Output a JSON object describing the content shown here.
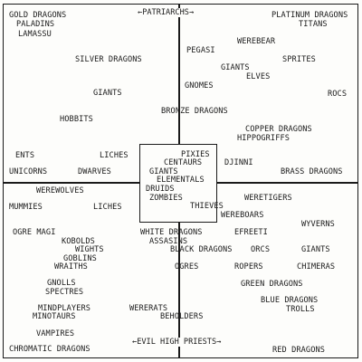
{
  "axes": {
    "top": "PATRIARCHS",
    "bottom": "EVIL HIGH PRIESTS"
  },
  "labels": {
    "gold_dragons": "GOLD DRAGONS",
    "paladins": "PALADINS",
    "lamassu": "LAMASSU",
    "platinum_dragons": "PLATINUM DRAGONS",
    "titans": "TITANS",
    "silver_dragons": "SILVER DRAGONS",
    "pegasi": "PEGASI",
    "werebear": "WEREBEAR",
    "sprites": "SPRITES",
    "giants_q2a": "GIANTS",
    "elves": "ELVES",
    "gnomes": "GNOMES",
    "giants_q1": "GIANTS",
    "rocs": "ROCS",
    "hobbits": "HOBBITS",
    "bronze_dragons": "BRONZE DRAGONS",
    "copper_dragons": "COPPER DRAGONS",
    "hippogriffs": "HIPPOGRIFFS",
    "ents": "ENTS",
    "liches_q1": "LICHES",
    "unicorns": "UNICORNS",
    "dwarves": "DWARVES",
    "djinni": "DJINNI",
    "brass_dragons": "BRASS DRAGONS",
    "pixies": "PIXIES",
    "centaurs": "CENTAURS",
    "giants_center": "GIANTS",
    "elementals": "ELEMENTALS",
    "druids": "DRUIDS",
    "zombies": "ZOMBIES",
    "thieves": "THIEVES",
    "werewolves": "WEREWOLVES",
    "weretigers": "WERETIGERS",
    "mummies": "MUMMIES",
    "liches_q3": "LICHES",
    "wereboars": "WEREBOARS",
    "wyverns": "WYVERNS",
    "ogre_magi": "OGRE MAGI",
    "white_dragons": "WHITE DRAGONS",
    "assasins": "ASSASINS",
    "efreeti": "EFREETI",
    "kobolds": "KOBOLDS",
    "wights": "WIGHTS",
    "goblins": "GOBLINS",
    "wraiths": "WRAITHS",
    "black_dragons": "BLACK DRAGONS",
    "orcs": "ORCS",
    "giants_q4": "GIANTS",
    "ogres": "OGRES",
    "ropers": "ROPERS",
    "chimeras": "CHIMERAS",
    "gnolls": "GNOLLS",
    "spectres": "SPECTRES",
    "green_dragons": "GREEN DRAGONS",
    "blue_dragons": "BLUE DRAGONS",
    "trolls": "TROLLS",
    "mindplayers": "MINDPLAYERS",
    "minotaurs": "MINOTAURS",
    "wererats": "WERERATS",
    "beholders": "BEHOLDERS",
    "vampires": "VAMPIRES",
    "chromatic_dragons": "CHROMATIC DRAGONS",
    "red_dragons": "RED DRAGONS"
  }
}
